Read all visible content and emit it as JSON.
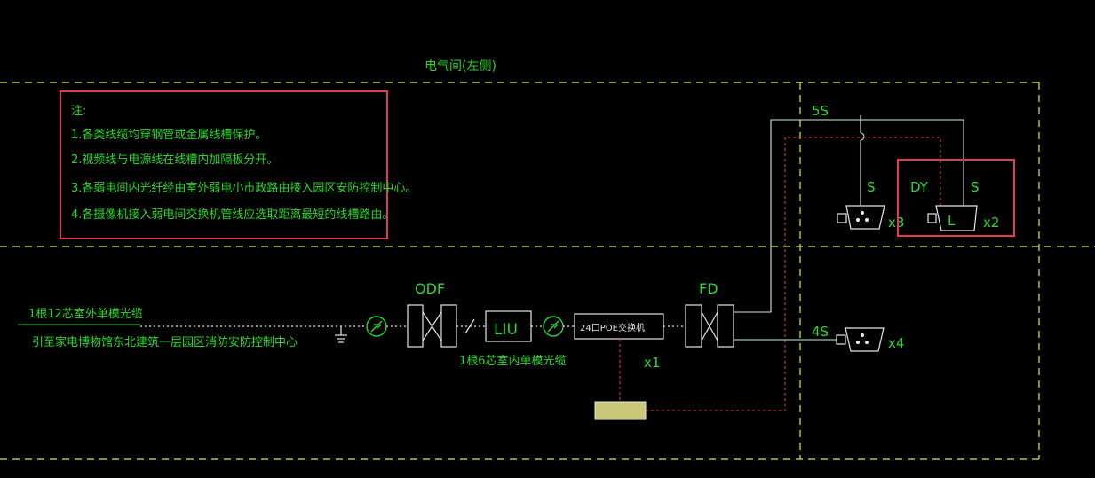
{
  "title": "电气间(左侧)",
  "notes": {
    "heading": "注:",
    "items": [
      "1.各类线缆均穿钢管或金属线槽保护。",
      "2.视频线与电源线在线槽内加隔板分开。",
      "3.各弱电间内光纤经由室外弱电小市政路由接入园区安防控制中心。",
      "4.各摄像机接入弱电间交换机管线应选取距离最短的线槽路由。"
    ]
  },
  "left_labels": {
    "cable_top": "1根12芯室外单模光缆",
    "cable_bottom": "引至家电博物馆东北建筑一层园区消防安防控制中心"
  },
  "equipment": {
    "odf": "ODF",
    "liu": "LIU",
    "inner_cable": "1根6芯室内单模光缆",
    "switch": "24口POE交换机",
    "switch_count": "x1",
    "fd": "FD"
  },
  "branches": {
    "top_cable": "5S",
    "s_left": "S",
    "dy": "DY",
    "s_right": "S",
    "camera_count_3": "x3",
    "camera_l_label": "L",
    "camera_count_2": "x2",
    "bottom_cable": "4S",
    "camera_count_4": "x4"
  },
  "colors": {
    "background": "#000000",
    "line_green": "#2bd92b",
    "line_white_green": "#c8f0d8",
    "dash_yellow": "#e5e54c",
    "dash_red": "#c83232",
    "highlight_red": "#e03c4b",
    "equipment_white": "#e6e6e6",
    "power_box": "#c8c878"
  }
}
